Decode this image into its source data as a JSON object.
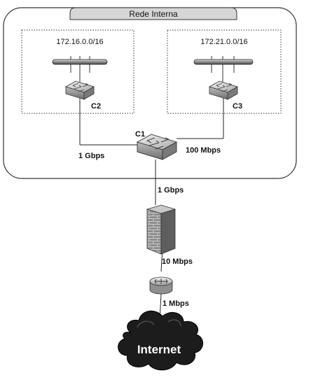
{
  "title": "Rede Interna",
  "networks": {
    "left": "172.16.0.0/16",
    "right": "172.21.0.0/16"
  },
  "devices": {
    "c1": "C1",
    "c2": "C2",
    "c3": "C3",
    "internet": "Internet"
  },
  "links": {
    "c2_c1": "1 Gbps",
    "c3_c1": "100 Mbps",
    "c1_firewall": "1 Gbps",
    "firewall_router": "10 Mbps",
    "router_internet": "1 Mbps"
  },
  "icons": {
    "switch": "switch-icon",
    "firewall": "firewall-icon",
    "router": "router-icon",
    "cloud": "cloud-icon",
    "bus": "network-bus-icon"
  }
}
